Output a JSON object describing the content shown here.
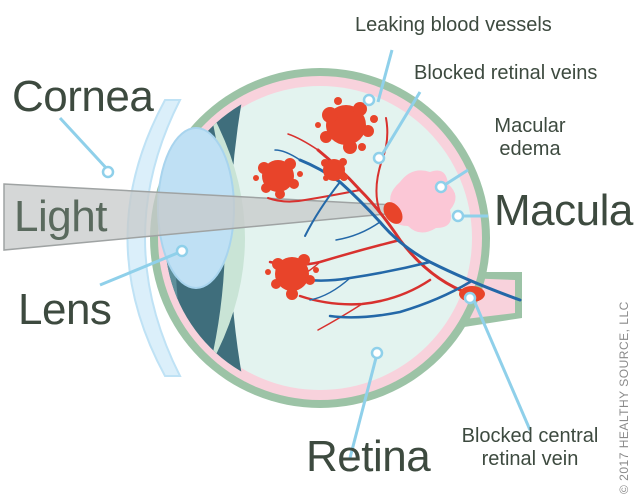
{
  "labels": {
    "cornea": "Cornea",
    "light": "Light",
    "lens": "Lens",
    "retina": "Retina",
    "macula": "Macula",
    "leaking_vessels": "Leaking blood vessels",
    "blocked_veins": "Blocked retinal veins",
    "macular_edema_1": "Macular",
    "macular_edema_2": "edema",
    "central_vein_1": "Blocked central",
    "central_vein_2": "retinal vein"
  },
  "credit": "© 2017 HEALTHY SOURCE, LLC",
  "colors": {
    "sclera": "#9cc3a6",
    "vitreous": "#e3f3ef",
    "retina_pink": "#f8d2dc",
    "hemorrhage": "#e8442a",
    "artery": "#d8312e",
    "vein": "#2468a8",
    "callout_line": "#8fd0ea",
    "text": "#3d4a3f"
  }
}
